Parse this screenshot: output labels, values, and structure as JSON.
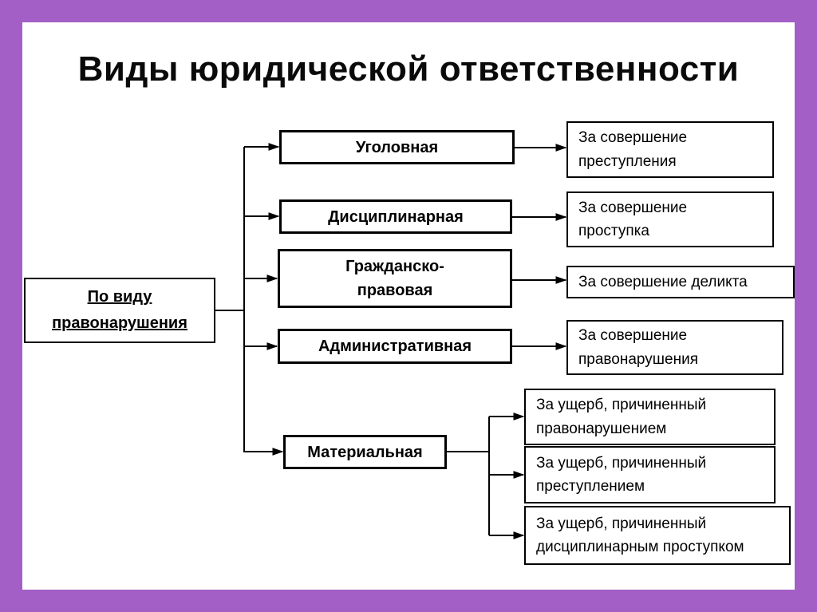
{
  "title": "Виды юридической ответственности",
  "root": {
    "label": "По виду\nправонарушения"
  },
  "branches": [
    {
      "label": "Уголовная",
      "results": [
        "За совершение\nпреступления"
      ]
    },
    {
      "label": "Дисциплинарная",
      "results": [
        "За совершение\nпроступка"
      ]
    },
    {
      "label": "Гражданско-\nправовая",
      "results": [
        "За совершение деликта"
      ]
    },
    {
      "label": "Административная",
      "results": [
        "За совершение\nправонарушения"
      ]
    },
    {
      "label": "Материальная",
      "results": [
        "За ущерб, причиненный\nправонарушением",
        "За ущерб, причиненный\nпреступлением",
        "За ущерб, причиненный\nдисциплинарным проступком"
      ]
    }
  ],
  "colors": {
    "frame": "#a35fc6",
    "background": "#ffffff",
    "box_border": "#000000",
    "line": "#000000",
    "text": "#000000"
  }
}
